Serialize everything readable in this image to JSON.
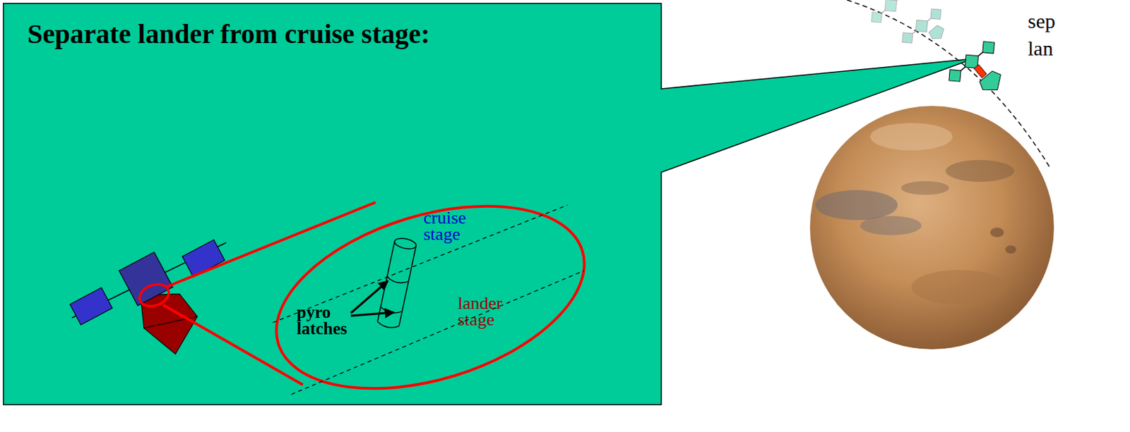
{
  "diagram": {
    "nodes": [
      {
        "text": [
          "Separate lander from cruise stage:"
        ]
      },
      {
        "text": [
          "cruise stage",
          "lander stage",
          "pyro latches"
        ],
        "in": 0
      }
    ],
    "labels": [
      "sep",
      "lan"
    ]
  }
}
